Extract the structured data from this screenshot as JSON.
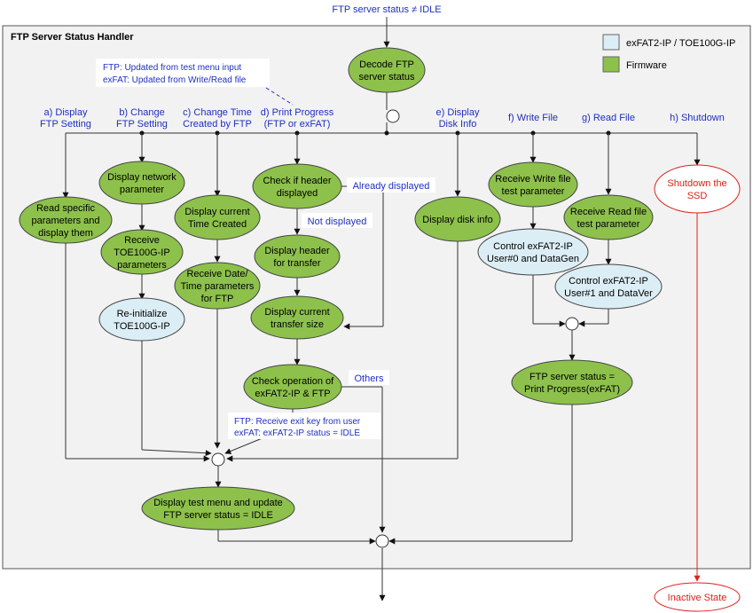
{
  "diagram": {
    "top_label": "FTP server status  ≠ IDLE",
    "frame_title": "FTP Server Status Handler",
    "legend": {
      "ip_label": "exFAT2-IP / TOE100G-IP",
      "fw_label": "Firmware"
    },
    "colors": {
      "firmware": "#8dc14b",
      "ip": "#dceef5",
      "red": "#e0201c",
      "blue_text": "#1f2fc0",
      "frame_bg": "#f2f2f2"
    },
    "note_top": [
      "FTP: Updated from test menu input",
      "exFAT: Updated from Write/Read file"
    ],
    "note_exit": [
      "FTP: Receive exit key from user",
      "exFAT: exFAT2-IP status = IDLE"
    ],
    "branches": {
      "a": [
        "a) Display",
        "FTP Setting"
      ],
      "b": [
        "b) Change",
        "FTP Setting"
      ],
      "c": [
        "c) Change Time",
        "Created by FTP"
      ],
      "d": [
        "d) Print Progress",
        "(FTP or exFAT)"
      ],
      "e": [
        "e) Display",
        "Disk Info"
      ],
      "f": [
        "f) Write File"
      ],
      "g": [
        "g) Read File"
      ],
      "h": [
        "h) Shutdown"
      ]
    },
    "branch_labels": {
      "already_displayed": "Already displayed",
      "not_displayed": "Not displayed",
      "others": "Others"
    },
    "nodes": {
      "decode": [
        "Decode FTP",
        "server status"
      ],
      "read_specific": [
        "Read specific",
        "parameters and",
        "display them"
      ],
      "display_network": [
        "Display network",
        "parameter"
      ],
      "receive_toe": [
        "Receive",
        "TOE100G-IP",
        "parameters"
      ],
      "reinit_toe": [
        "Re-initialize",
        "TOE100G-IP"
      ],
      "display_time": [
        "Display current",
        "Time Created"
      ],
      "receive_date": [
        "Receive Date/",
        "Time parameters",
        "for FTP"
      ],
      "check_header": [
        "Check if header",
        "displayed"
      ],
      "display_header": [
        "Display header",
        "for transfer"
      ],
      "display_size": [
        "Display current",
        "transfer size"
      ],
      "check_operation": [
        "Check operation of",
        "exFAT2-IP & FTP"
      ],
      "display_disk": [
        "Display disk info"
      ],
      "receive_write": [
        "Receive Write file",
        "test parameter"
      ],
      "control_write": [
        "Control exFAT2-IP",
        "User#0 and DataGen"
      ],
      "receive_read": [
        "Receive Read file",
        "test parameter"
      ],
      "control_read": [
        "Control exFAT2-IP",
        "User#1 and DataVer"
      ],
      "ftp_status_print": [
        "FTP server status =",
        "Print Progress(exFAT)"
      ],
      "display_menu": [
        "Display test menu and update",
        "FTP server status = IDLE"
      ],
      "shutdown": [
        "Shutdown the",
        "SSD"
      ],
      "inactive": [
        "Inactive State"
      ]
    }
  }
}
